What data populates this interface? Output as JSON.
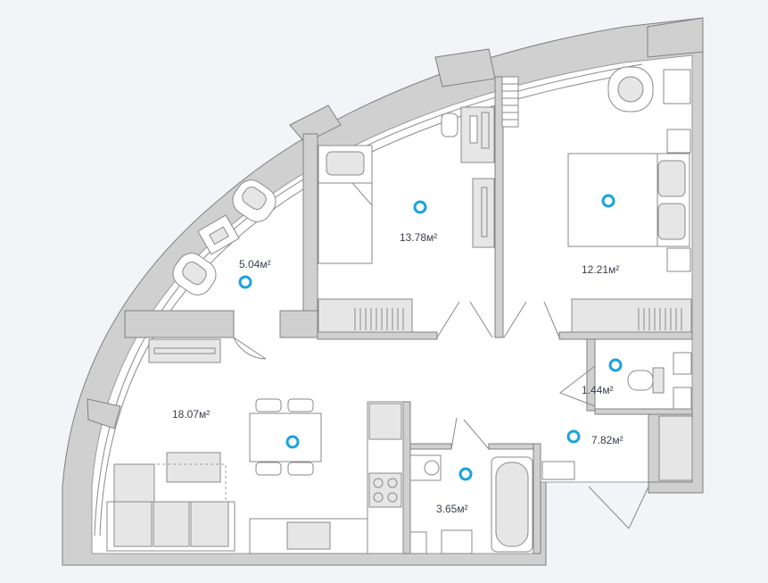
{
  "plan": {
    "rooms": [
      {
        "id": "balcony",
        "area": "5.04м²"
      },
      {
        "id": "bedroom-left",
        "area": "13.78м²"
      },
      {
        "id": "bedroom-right",
        "area": "12.21м²"
      },
      {
        "id": "living-kitchen",
        "area": "18.07м²"
      },
      {
        "id": "toilet",
        "area": "1.44м²"
      },
      {
        "id": "hallway",
        "area": "7.82м²"
      },
      {
        "id": "bathroom",
        "area": "3.65м²"
      }
    ],
    "colors": {
      "background": "#f3f4f8",
      "walls": "#d0d0d0",
      "floor": "#ffffff",
      "marker": "#1aa3dd",
      "label": "#3a3f47"
    }
  }
}
